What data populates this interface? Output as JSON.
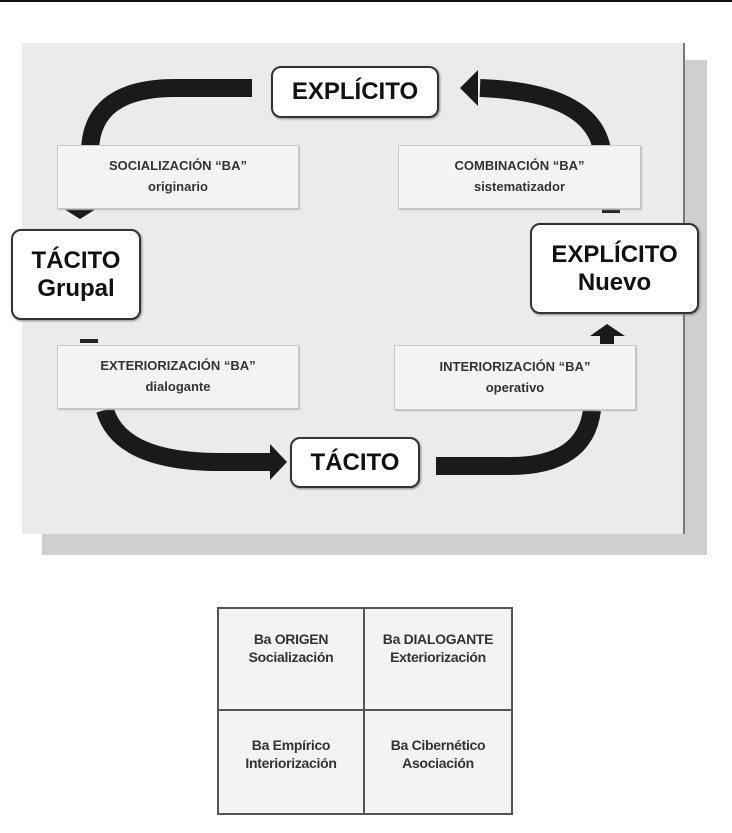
{
  "cycle": {
    "explicit_top": "EXPLÍCITO",
    "tacit_group": {
      "line1": "TÁCITO",
      "line2": "Grupal"
    },
    "explicit_new": {
      "line1": "EXPLÍCITO",
      "line2": "Nuevo"
    },
    "tacit_bottom": "TÁCITO",
    "ba_boxes": {
      "socialization": {
        "title": "SOCIALIZACIÓN “BA”",
        "subtitle": "originario"
      },
      "combination": {
        "title": "COMBINACIÓN “BA”",
        "subtitle": "sistematizador"
      },
      "externalization": {
        "title": "EXTERIORIZACIÓN “BA”",
        "subtitle": "dialogante"
      },
      "internalization": {
        "title": "INTERIORIZACIÓN “BA”",
        "subtitle": "operativo"
      }
    }
  },
  "ba_table": [
    {
      "line1": "Ba ORIGEN",
      "line2": "Socialización"
    },
    {
      "line1": "Ba DIALOGANTE",
      "line2": "Exteriorización"
    },
    {
      "line1": "Ba Empírico",
      "line2": "Interiorización"
    },
    {
      "line1": "Ba Cibernético",
      "line2": "Asociación"
    }
  ]
}
